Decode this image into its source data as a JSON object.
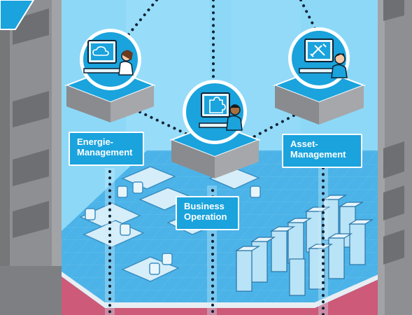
{
  "labels": {
    "energie": [
      "Energie-",
      "Management"
    ],
    "asset": [
      "Asset-",
      "Management"
    ],
    "business": [
      "Business",
      "Operation"
    ]
  },
  "colors": {
    "sky": "#8dd8f7",
    "floor": "#42aee6",
    "label_bg": "#1aa3dd",
    "pillar": "#8e8f92",
    "base_pink": "#cc5a78",
    "dotted_line": "#0d2233"
  },
  "icons": [
    "cloud-gear-screen-icon",
    "puzzle-screen-icon",
    "tools-screen-icon"
  ]
}
